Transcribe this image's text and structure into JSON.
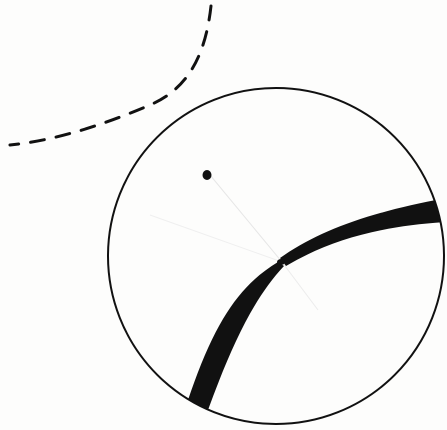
{
  "drawing": {
    "colors": {
      "background": "#fdfdfc",
      "ink": "#111111",
      "faint_line": "#e6e6e6"
    },
    "elements": [
      "dashed-arc",
      "circle-outline",
      "dot",
      "thick-curved-band",
      "faint-guide-lines"
    ]
  }
}
